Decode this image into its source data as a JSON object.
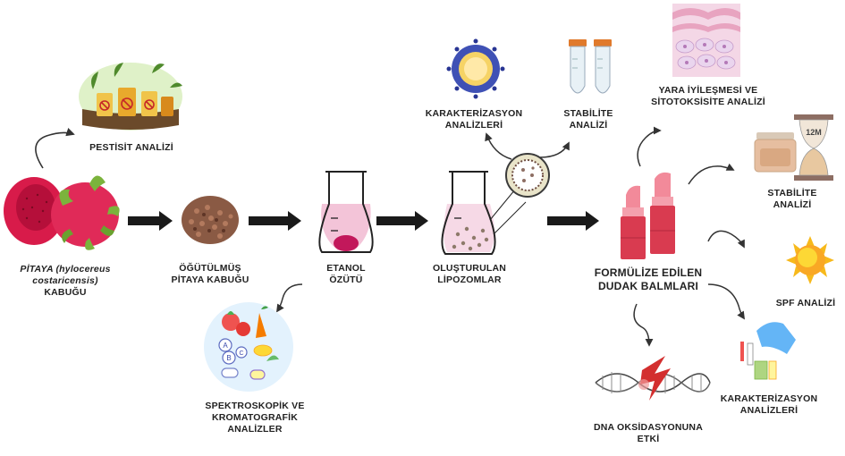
{
  "colors": {
    "arrow": "#1a1a1a",
    "curve": "#333333",
    "fruit_red": "#d81b4a",
    "fruit_green": "#4f8a2c",
    "flask_liquid": "#f3c4d8",
    "balm_pink": "#f28a9a",
    "balm_red": "#d93b50"
  },
  "icons": [
    "pitaya-fruit",
    "pesticide-jars-icon",
    "peel-pile-icon",
    "flask-icon",
    "liposome-flask-icon",
    "liposome-icon",
    "tubes-icon",
    "cells-icon",
    "lip-balm-icon",
    "hourglass-jar-icon",
    "sun-icon",
    "dna-icon",
    "pipette-icon",
    "fruit-veg-icon"
  ],
  "labels": {
    "pitaya_species": "PİTAYA (hylocereus",
    "pitaya_species_2": "costaricensis)",
    "pitaya_peel": "KABUĞU",
    "pesticide": "PESTİSİT ANALİZİ",
    "ground_1": "ÖĞÜTÜLMÜŞ",
    "ground_2": "PİTAYA KABUĞU",
    "ethanol_1": "ETANOL",
    "ethanol_2": "ÖZÜTÜ",
    "spectro_1": "SPEKTROSKOPİK VE",
    "spectro_2": "KROMATOGRAFİK ANALİZLER",
    "liposomes_1": "OLUŞTURULAN",
    "liposomes_2": "LİPOZOMLAR",
    "charact_1": "KARAKTERİZASYON",
    "charact_2": "ANALİZLERİ",
    "stab_1": "STABİLİTE",
    "stab_2": "ANALİZİ",
    "wound_1": "YARA İYİLEŞMESİ VE",
    "wound_2": "SİTOTOKSİSİTE ANALİZİ",
    "balm_1": "FORMÜLİZE EDİLEN",
    "balm_2": "DUDAK BALMLARI",
    "stab2_1": "STABİLİTE",
    "stab2_2": "ANALİZİ",
    "spf": "SPF ANALİZİ",
    "dna_1": "DNA OKSİDASYONUNA",
    "dna_2": "ETKİ",
    "charact2_1": "KARAKTERİZASYON",
    "charact2_2": "ANALİZLERİ",
    "hourglass_text": "12M"
  }
}
